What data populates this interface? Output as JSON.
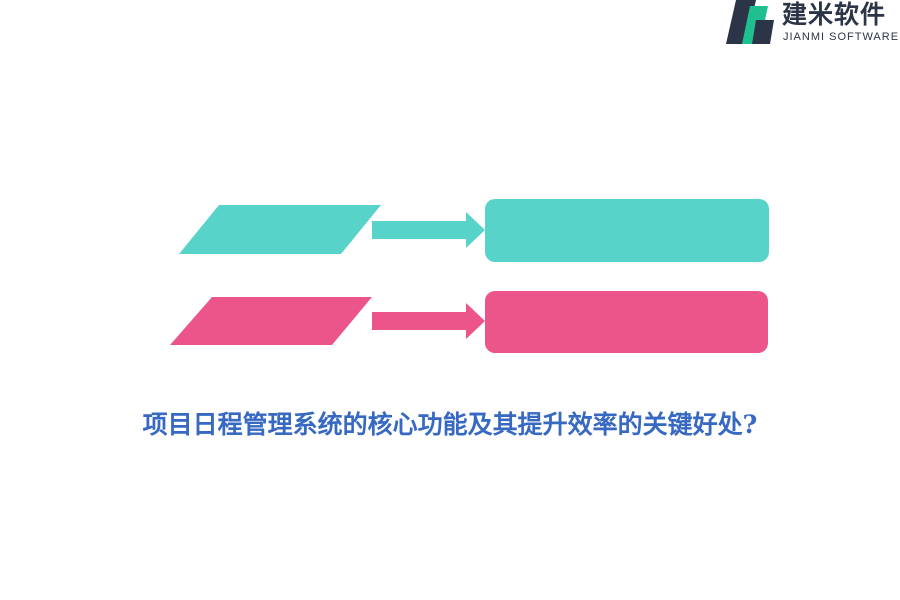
{
  "brand": {
    "name_cn": "建米软件",
    "name_en": "JIANMI SOFTWARE"
  },
  "headline": "项目日程管理系统的核心功能及其提升效率的关键好处?",
  "colors": {
    "teal": "#57d3c9",
    "pink": "#ec5589",
    "headline": "#3769c2",
    "logo_dark": "#2b3547",
    "logo_green": "#1fbf8f"
  }
}
